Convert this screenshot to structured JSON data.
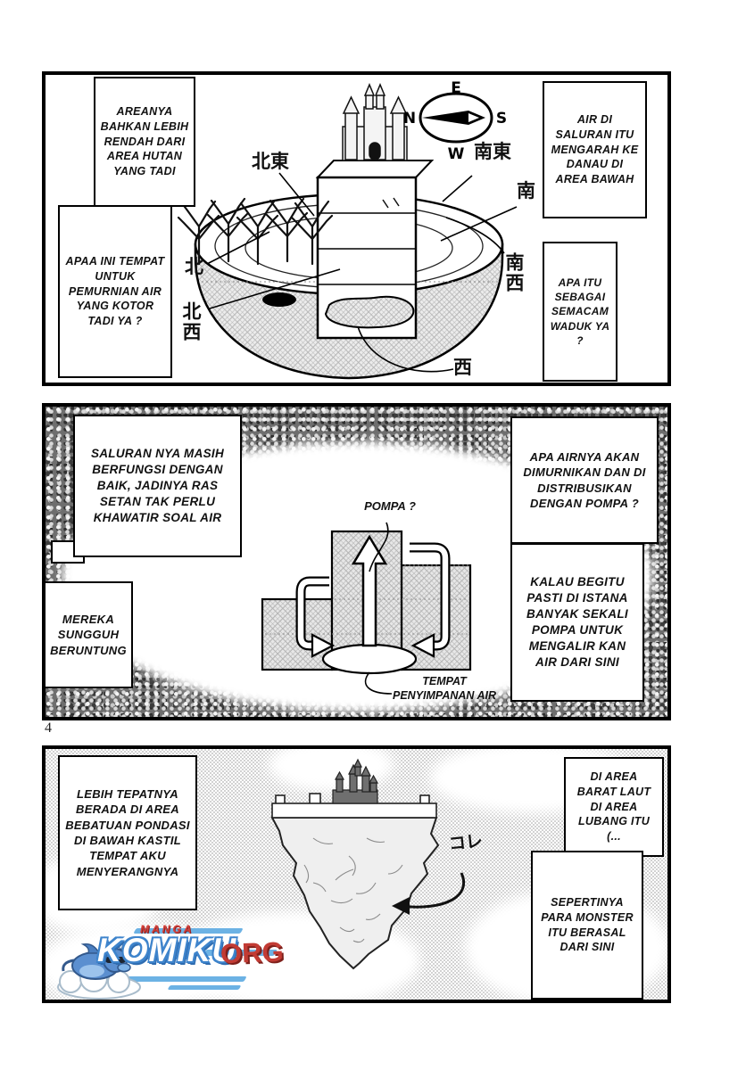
{
  "page_number": "4",
  "panel_top": {
    "compass": {
      "e": "E",
      "n": "N",
      "s": "S",
      "w": "W"
    },
    "labels": {
      "north_east": "北東",
      "south_east": "南東",
      "south": "南",
      "south_west": "南西",
      "north": "北",
      "north_west": "北西",
      "west": "西"
    },
    "bubbles": {
      "b1": "AREANYA BAHKAN LEBIH RENDAH DARI AREA HUTAN YANG TADI",
      "b2": "APAA INI TEMPAT UNTUK PEMURNIAN AIR YANG KOTOR TADI YA ?",
      "b3": "AIR DI SALURAN ITU MENGARAH KE DANAU DI AREA BAWAH",
      "b4": "APA ITU SEBAGAI SEMACAM WADUK YA ?"
    }
  },
  "panel_middle": {
    "bubbles": {
      "b5": "SALURAN NYA MASIH BERFUNGSI DENGAN BAIK, JADINYA RAS SETAN TAK PERLU KHAWATIR SOAL AIR",
      "b6": "MEREKA SUNGGUH BERUNTUNG",
      "b7": "APA AIRNYA AKAN DIMURNIKAN DAN DI DISTRIBUSIKAN DENGAN POMPA ?",
      "b8": "KALAU BEGITU PASTI DI ISTANA BANYAK SEKALI POMPA UNTUK MENGALIR KAN AIR DARI SINI"
    },
    "diagram": {
      "pump_label": "POMPA ?",
      "storage_label": "TEMPAT PENYIMPANAN AIR"
    }
  },
  "panel_bottom": {
    "bubbles": {
      "b9": "LEBIH TEPATNYA BERADA DI AREA BEBATUAN PONDASI DI BAWAH KASTIL TEMPAT AKU MENYERANGNYA",
      "b10": "DI AREA BARAT LAUT DI AREA LUBANG ITU (...",
      "b11": "SEPERTINYA PARA MONSTER ITU BERASAL DARI SINI"
    },
    "pointer_label": "コレ"
  },
  "watermark": {
    "manga": "MANGA",
    "site": "KOMIKU",
    "tld": "ORG"
  },
  "colors": {
    "logo_blue": "#3e84cc",
    "logo_red": "#c23b34",
    "stripe_blue": "#6cb2e4"
  }
}
